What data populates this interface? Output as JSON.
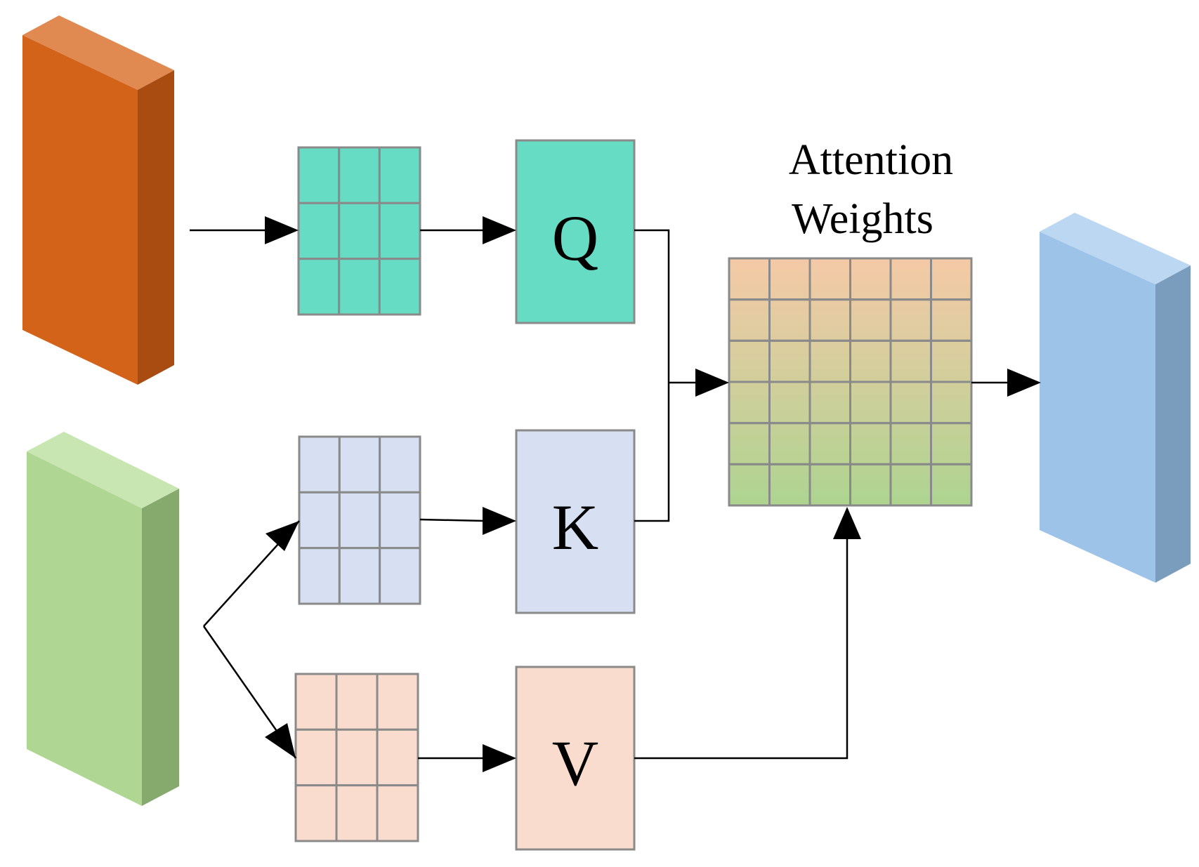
{
  "title": {
    "line1": "Attention",
    "line2": "Weights"
  },
  "matrices": {
    "q_label": "Q",
    "k_label": "K",
    "v_label": "V"
  },
  "colors": {
    "query_input": "#d4631a",
    "key_value_input": "#afd692",
    "output": "#9dc3e8",
    "query": "#66dcc4",
    "key": "#d6e0f2",
    "value": "#f9dccd",
    "attention_top": "#f5c9a7",
    "attention_bottom": "#add490",
    "grid_line": "#8a8a8a",
    "arrow": "#000000"
  },
  "icons": {
    "query_input": "orange-3d-block",
    "key_value_input": "green-3d-block",
    "output": "blue-3d-block"
  },
  "attention_grid": {
    "rows": 6,
    "cols": 6
  },
  "projection_grid": {
    "rows": 3,
    "cols": 3
  }
}
